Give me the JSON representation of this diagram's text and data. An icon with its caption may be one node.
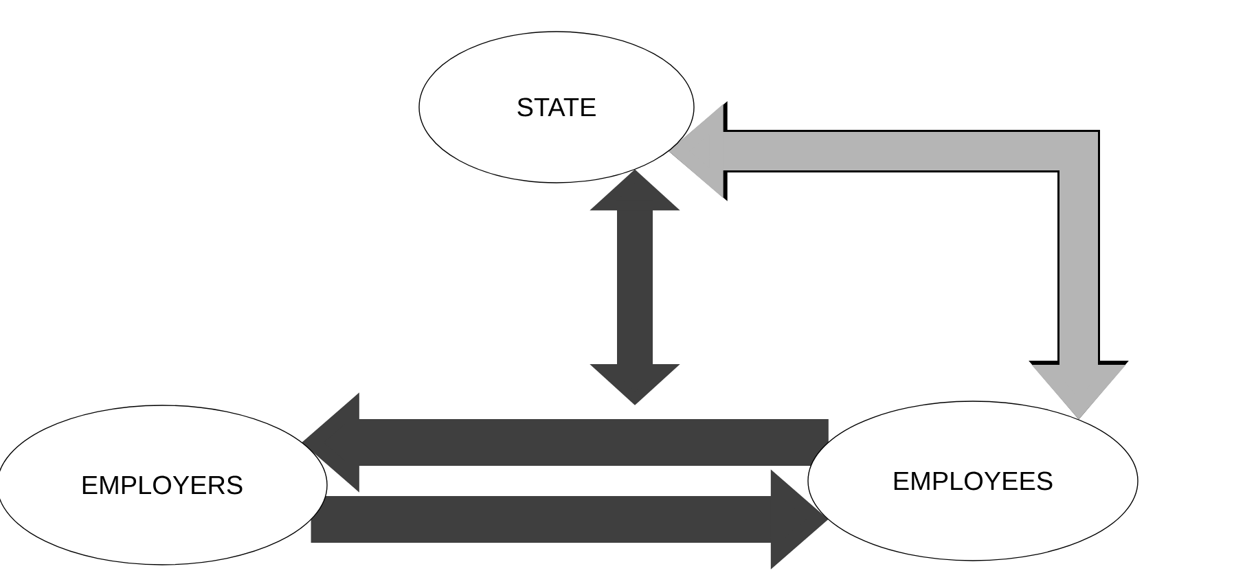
{
  "diagram": {
    "nodes": [
      {
        "text": [
          "STATE"
        ]
      },
      {
        "text": [
          "EMPLOYERS"
        ]
      },
      {
        "text": [
          "EMPLOYEES"
        ]
      }
    ],
    "edges": [
      {
        "from": 0,
        "to": null,
        "arrow": "both"
      },
      {
        "from": 2,
        "to": 1,
        "arrow": "to"
      },
      {
        "from": 1,
        "to": 2,
        "arrow": "to"
      },
      {
        "from": 0,
        "to": 2,
        "arrow": "both",
        "color": "#b5b5b5"
      }
    ]
  }
}
